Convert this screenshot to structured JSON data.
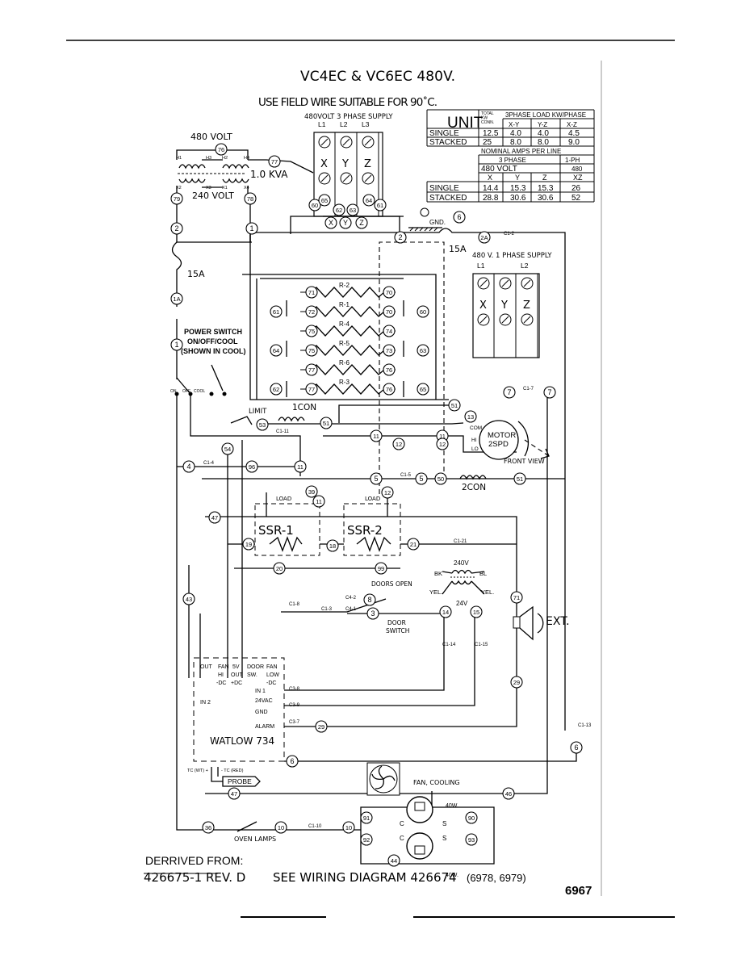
{
  "title": "VC4EC & VC6EC  480V.",
  "subtitle": "USE FIELD WIRE SUITABLE FOR 90˚C.",
  "supply3": "480VOLT 3 PHASE SUPPLY",
  "supply1": "480 V. 1 PHASE SUPPLY",
  "phases": [
    "L1",
    "L2",
    "L3"
  ],
  "phases1": [
    "L1",
    "L2"
  ],
  "xyz": [
    "X",
    "Y",
    "Z"
  ],
  "transformer": {
    "v480": "480 VOLT",
    "v240": "240 VOLT",
    "kva": "1.0 KVA",
    "taps": [
      "H1",
      "H3",
      "H2",
      "H4",
      "X2",
      "X3",
      "X1",
      "X4"
    ]
  },
  "fuse": "15A",
  "gnd": "GND.",
  "power_switch": [
    "POWER SWITCH",
    "ON/OFF/COOL",
    "(SHOWN IN COOL)"
  ],
  "switch_labels": [
    "ON",
    "OFF",
    "COOL"
  ],
  "limit": "LIMIT",
  "con1": "1CON",
  "con2": "2CON",
  "motor": [
    "MOTOR",
    "2SPD"
  ],
  "motor_taps": [
    "COM",
    "HI",
    "LO"
  ],
  "front_view": "FRONT VIEW",
  "ssr": [
    {
      "name": "SSR-1",
      "load": "LOAD"
    },
    {
      "name": "SSR-2",
      "load": "LOAD"
    }
  ],
  "elements": [
    "R-2",
    "R-1",
    "R-4",
    "R-5",
    "R-6",
    "R-3"
  ],
  "doors_open": "DOORS OPEN",
  "door_switch": [
    "DOOR",
    "SWITCH"
  ],
  "xfmr2": {
    "v240": "240V",
    "v24": "24V",
    "bk": "BK",
    "bl": "BL",
    "yel1": "YEL.",
    "yel2": "YEL."
  },
  "ext": "EXT.",
  "watlow": {
    "name": "WATLOW 734",
    "cols": [
      "OUT",
      "FAN",
      "5V",
      "DOOR",
      "FAN"
    ],
    "cols2": [
      "HI",
      "OUT",
      "SW.",
      "LOW"
    ],
    "cols3": [
      "-DC",
      "+DC",
      "-DC"
    ],
    "inputs": [
      "IN 1",
      "24VAC",
      "GND",
      "ALARM"
    ],
    "in2": "IN 2"
  },
  "probe": "PROBE",
  "tc": [
    "TC (WT) +",
    "- TC (RED)"
  ],
  "fan_cooling": "FAN, COOLING",
  "oven_lamps": "OVEN LAMPS",
  "lamp_watts": "40W.",
  "lamp_pins": [
    "C",
    "S"
  ],
  "connectors": [
    "C1-2",
    "C1-7",
    "C1-11",
    "C1-4",
    "C1-5",
    "C1-21",
    "C1-8",
    "C1-3",
    "C4-2",
    "C4-1",
    "C1-14",
    "C1-15",
    "C3-8",
    "C3-9",
    "C3-7",
    "C1-10",
    "C1-13"
  ],
  "table": {
    "unit": "UNIT",
    "h1": [
      "TOTAL",
      "KW",
      "CONN."
    ],
    "h2": "3PHASE LOAD KW/PHASE",
    "cols": [
      "X-Y",
      "Y-Z",
      "X-Z"
    ],
    "rows1": [
      [
        "SINGLE",
        "12.5",
        "4.0",
        "4.0",
        "4.5"
      ],
      [
        "STACKED",
        "25",
        "8.0",
        "8.0",
        "9.0"
      ]
    ],
    "h3": "NOMINAL AMPS PER LINE",
    "h4": "3 PHASE",
    "h4b": "1-PH",
    "h5": "480 VOLT",
    "h5b": "480",
    "cols2": [
      "X",
      "Y",
      "Z",
      "XZ"
    ],
    "rows2": [
      [
        "SINGLE",
        "14.4",
        "15.3",
        "15.3",
        "26"
      ],
      [
        "STACKED",
        "28.8",
        "30.6",
        "30.6",
        "52"
      ]
    ]
  },
  "derived_from": "DERRIVED FROM:",
  "footer_left": "426675-1  REV. D",
  "footer_mid": "SEE WIRING DIAGRAM 426674",
  "footer_paren": "(6978, 6979)",
  "page_number": "6967",
  "wire_numbers": [
    "76",
    "77",
    "78",
    "79",
    "2",
    "1",
    "1A",
    "1",
    "60",
    "65",
    "62",
    "63",
    "64",
    "61",
    "X",
    "Y",
    "Z",
    "6",
    "2",
    "2A",
    "7",
    "7",
    "71",
    "72",
    "75",
    "75",
    "77",
    "77",
    "70",
    "70",
    "74",
    "73",
    "76",
    "76",
    "61",
    "64",
    "62",
    "60",
    "63",
    "65",
    "51",
    "13",
    "11",
    "12",
    "12",
    "54",
    "53",
    "51",
    "11",
    "4",
    "96",
    "11",
    "5",
    "5",
    "50",
    "51",
    "39",
    "11",
    "12",
    "47",
    "19",
    "18",
    "20",
    "99",
    "21",
    "43",
    "8",
    "3",
    "14",
    "15",
    "71",
    "29",
    "29",
    "6",
    "6",
    "47",
    "46",
    "36",
    "10",
    "10",
    "91",
    "92",
    "90",
    "93",
    "44"
  ]
}
